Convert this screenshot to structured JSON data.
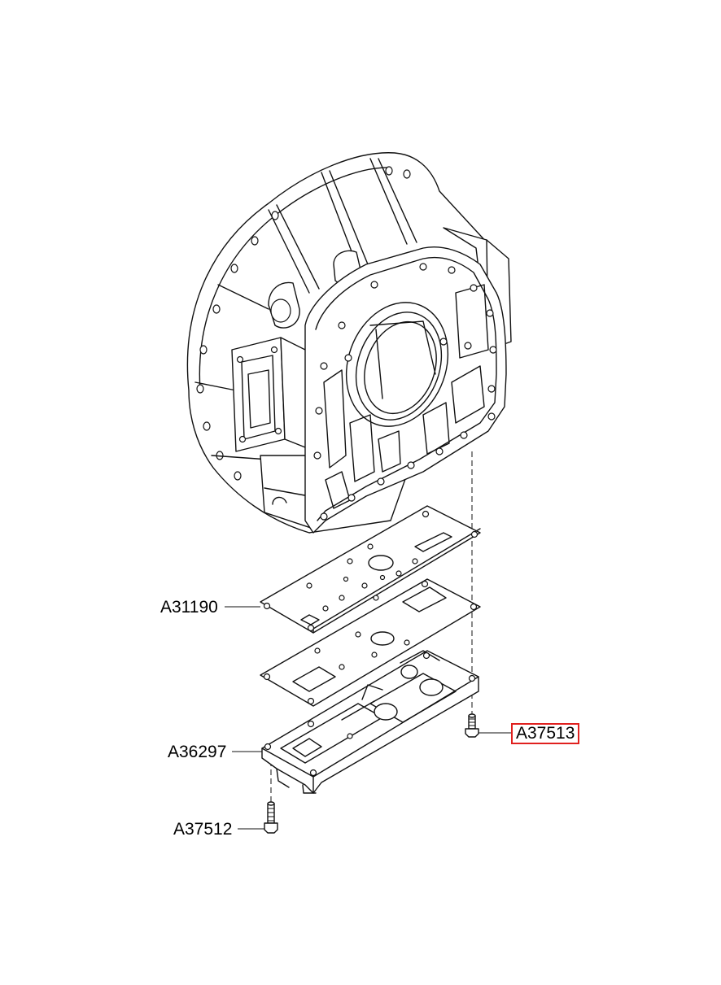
{
  "parts": [
    {
      "id": "plate",
      "label": "A31190",
      "highlighted": false
    },
    {
      "id": "cover",
      "label": "A36297",
      "highlighted": false
    },
    {
      "id": "bolt-long",
      "label": "A37512",
      "highlighted": false
    },
    {
      "id": "bolt-short",
      "label": "A37513",
      "highlighted": true
    }
  ],
  "colors": {
    "highlight": "#e0201e",
    "line": "#111111"
  }
}
